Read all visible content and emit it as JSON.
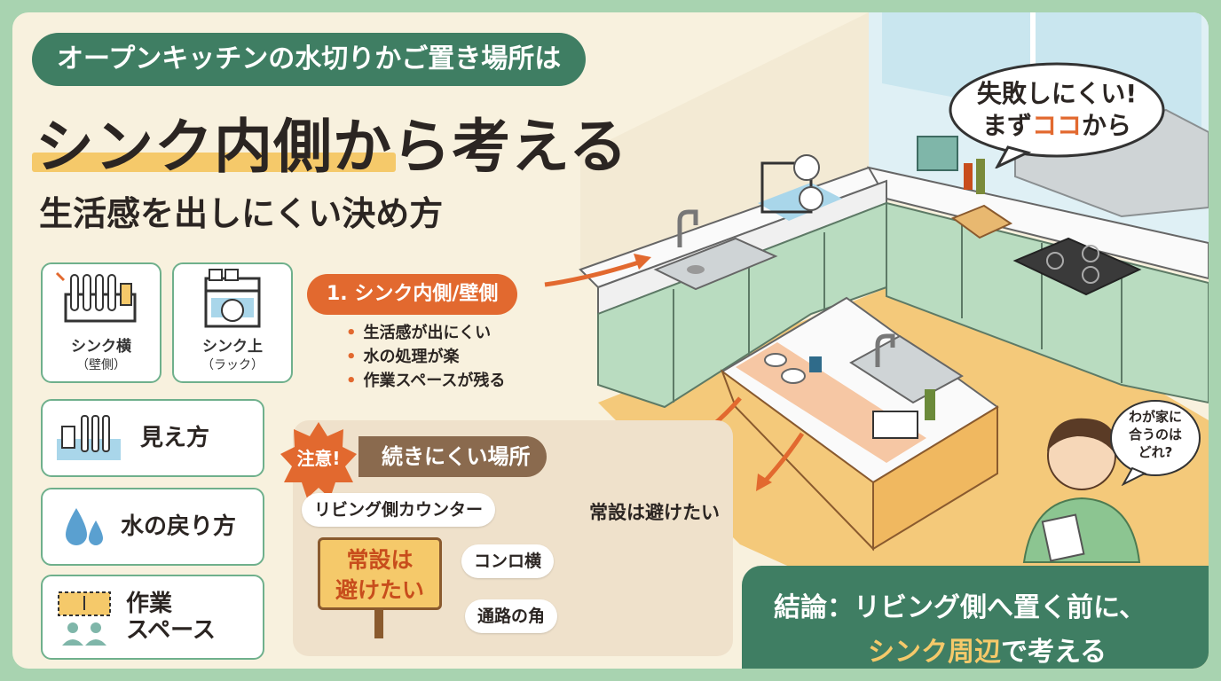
{
  "header": {
    "pill": "オープンキッチンの水切りかご置き場所は",
    "title": "シンク内側から考える",
    "subtitle": "生活感を出しにくい決め方"
  },
  "placement_cards": [
    {
      "line1": "シンク横",
      "line2": "（壁側）",
      "icon": "dish-rack-icon"
    },
    {
      "line1": "シンク上",
      "line2": "（ラック）",
      "icon": "sink-rack-icon"
    }
  ],
  "criteria": [
    {
      "label": "見え方",
      "icon": "dishes-view-icon"
    },
    {
      "label": "水の戻り方",
      "icon": "water-drops-icon"
    },
    {
      "label_line1": "作業",
      "label_line2": "スペース",
      "icon": "workspace-icon"
    }
  ],
  "recommendation": {
    "step": "1. シンク内側/壁側",
    "bullets": [
      "生活感が出にくい",
      "水の処理が楽",
      "作業スペースが残る"
    ]
  },
  "caution": {
    "badge": "注意!",
    "header": "続きにくい場所",
    "places": [
      "リビング側カウンター",
      "コンロ横",
      "通路の角"
    ],
    "avoid_text": "常設は避けたい",
    "sign_line1": "常設は",
    "sign_line2": "避けたい"
  },
  "speech_main": {
    "line1": "失敗しにくい!",
    "line2_pre": "まず",
    "line2_accent": "ココ",
    "line2_post": "から"
  },
  "speech_person": {
    "line1": "わが家に",
    "line2": "合うのは",
    "line3": "どれ?"
  },
  "conclusion": {
    "line1": "結論：リビング側へ置く前に、",
    "line2_accent": "シンク周辺",
    "line2_post": "で考える"
  },
  "colors": {
    "green": "#3f7e63",
    "orange": "#e2692f",
    "yellow": "#f5c96a",
    "cream": "#f8f1de",
    "cabinet_green": "#b9dcc0"
  }
}
